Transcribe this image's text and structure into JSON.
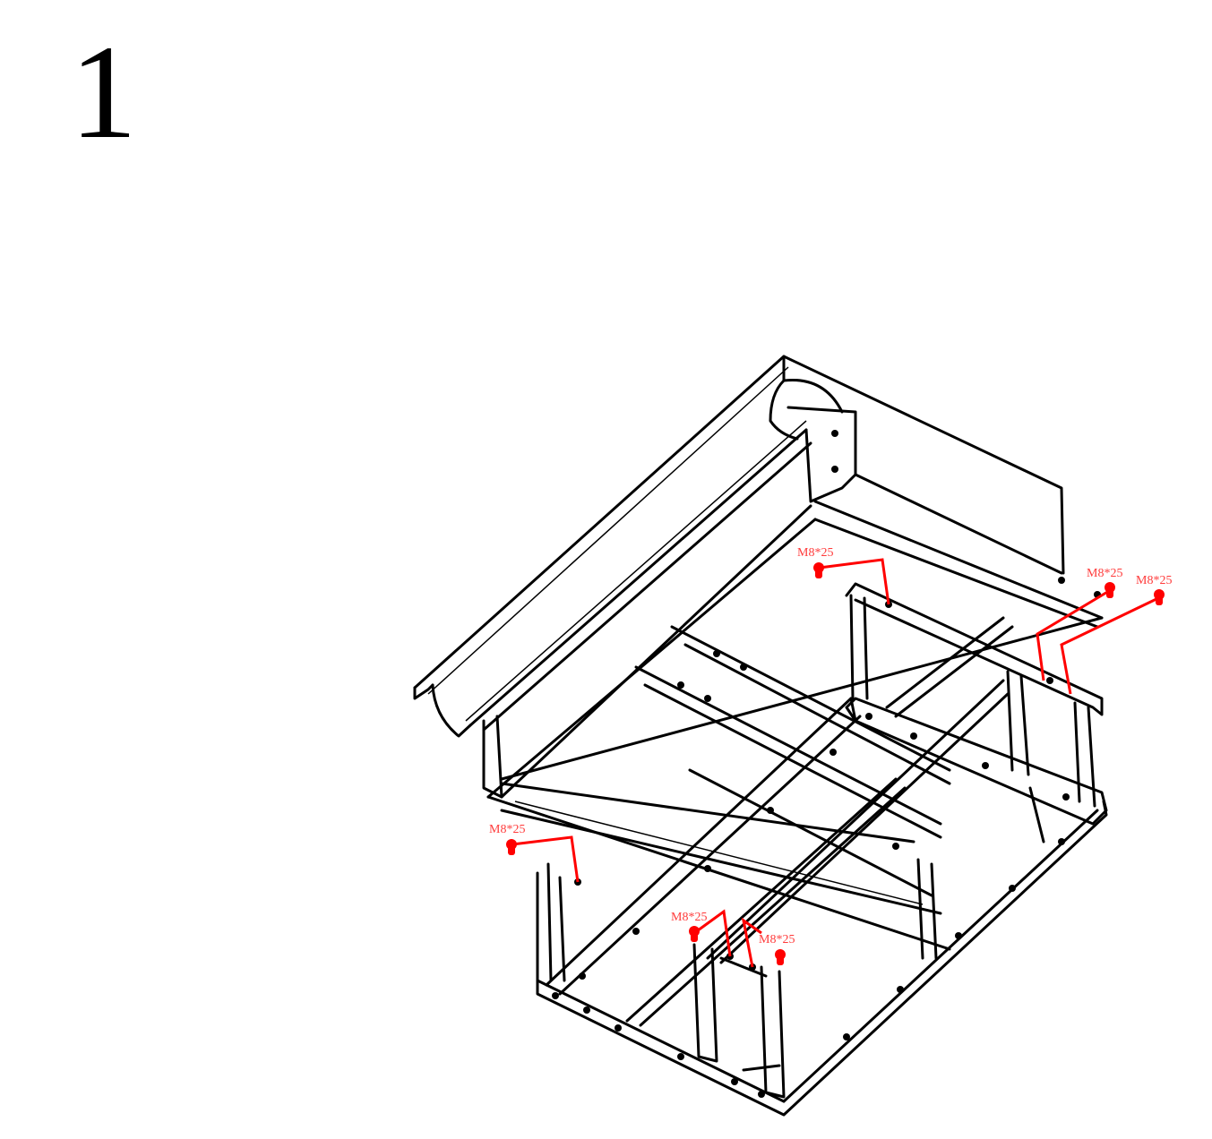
{
  "step_number": "1",
  "callouts": [
    {
      "label": "M8*25",
      "part": "bolt"
    },
    {
      "label": "M8*25",
      "part": "bolt"
    },
    {
      "label": "M8*25",
      "part": "bolt"
    },
    {
      "label": "M8*25",
      "part": "bolt"
    },
    {
      "label": "M8*25",
      "part": "bolt"
    },
    {
      "label": "M8*25",
      "part": "bolt"
    }
  ],
  "colors": {
    "line": "#000000",
    "callout": "#ff0000"
  }
}
